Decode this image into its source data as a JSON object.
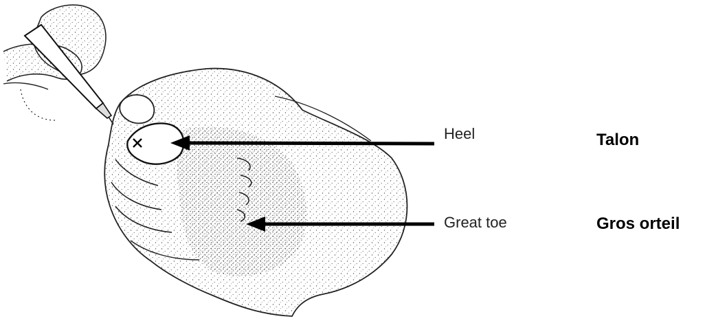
{
  "labels": {
    "heel_en": "Heel",
    "great_toe_en": "Great toe",
    "heel_fr": "Talon",
    "great_toe_fr": "Gros orteil"
  },
  "colors": {
    "ink": "#000000",
    "stipple": "#4a4a4a",
    "background": "#ffffff"
  },
  "icons": {
    "puncture_mark": "x-mark-icon",
    "lancet": "lancet-icon"
  }
}
